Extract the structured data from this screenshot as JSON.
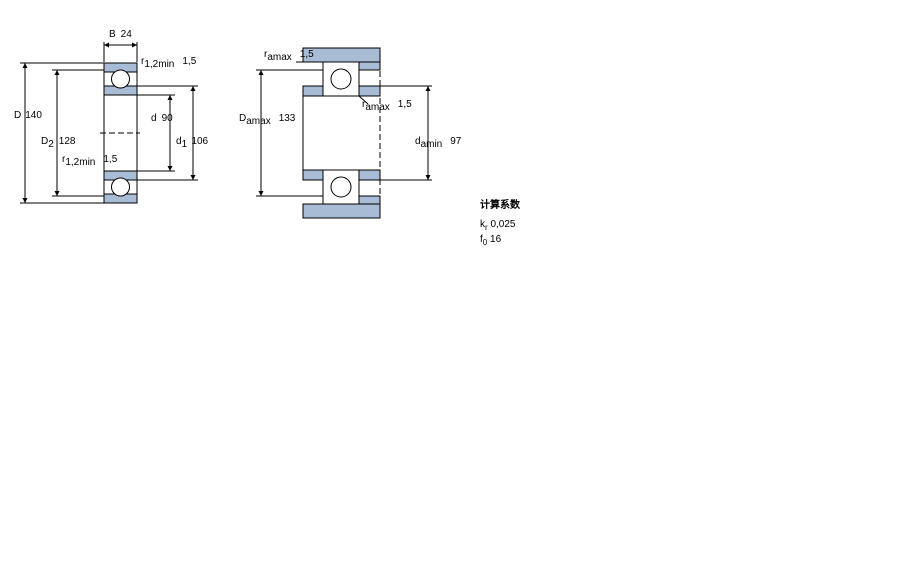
{
  "colors": {
    "housing": "#a9bcd6",
    "line": "#000000"
  },
  "bearing": {
    "B": {
      "symbol": "B",
      "value": "24"
    },
    "D": {
      "symbol": "D",
      "value": "140"
    },
    "D2": {
      "symbol": "D",
      "sub": "2",
      "value": "128"
    },
    "d": {
      "symbol": "d",
      "value": "90"
    },
    "d1": {
      "symbol": "d",
      "sub": "1",
      "value": "106"
    },
    "r12_top": {
      "symbol": "r",
      "sub": "1,2min",
      "value": "1,5"
    },
    "r12_left": {
      "symbol": "r",
      "sub": "1,2min",
      "value": "1,5"
    }
  },
  "abutment": {
    "ra_top": {
      "symbol": "r",
      "sub": "amax",
      "value": "1,5"
    },
    "ra_right": {
      "symbol": "r",
      "sub": "amax",
      "value": "1,5"
    },
    "Da": {
      "symbol": "D",
      "sub": "amax",
      "value": "133"
    },
    "da": {
      "symbol": "d",
      "sub": "amin",
      "value": "97"
    }
  },
  "coefficients": {
    "title": "计算系数",
    "kr": {
      "symbol": "k",
      "sub": "r",
      "value": "0,025"
    },
    "f0": {
      "symbol": "f",
      "sub": "0",
      "value": "16"
    }
  }
}
